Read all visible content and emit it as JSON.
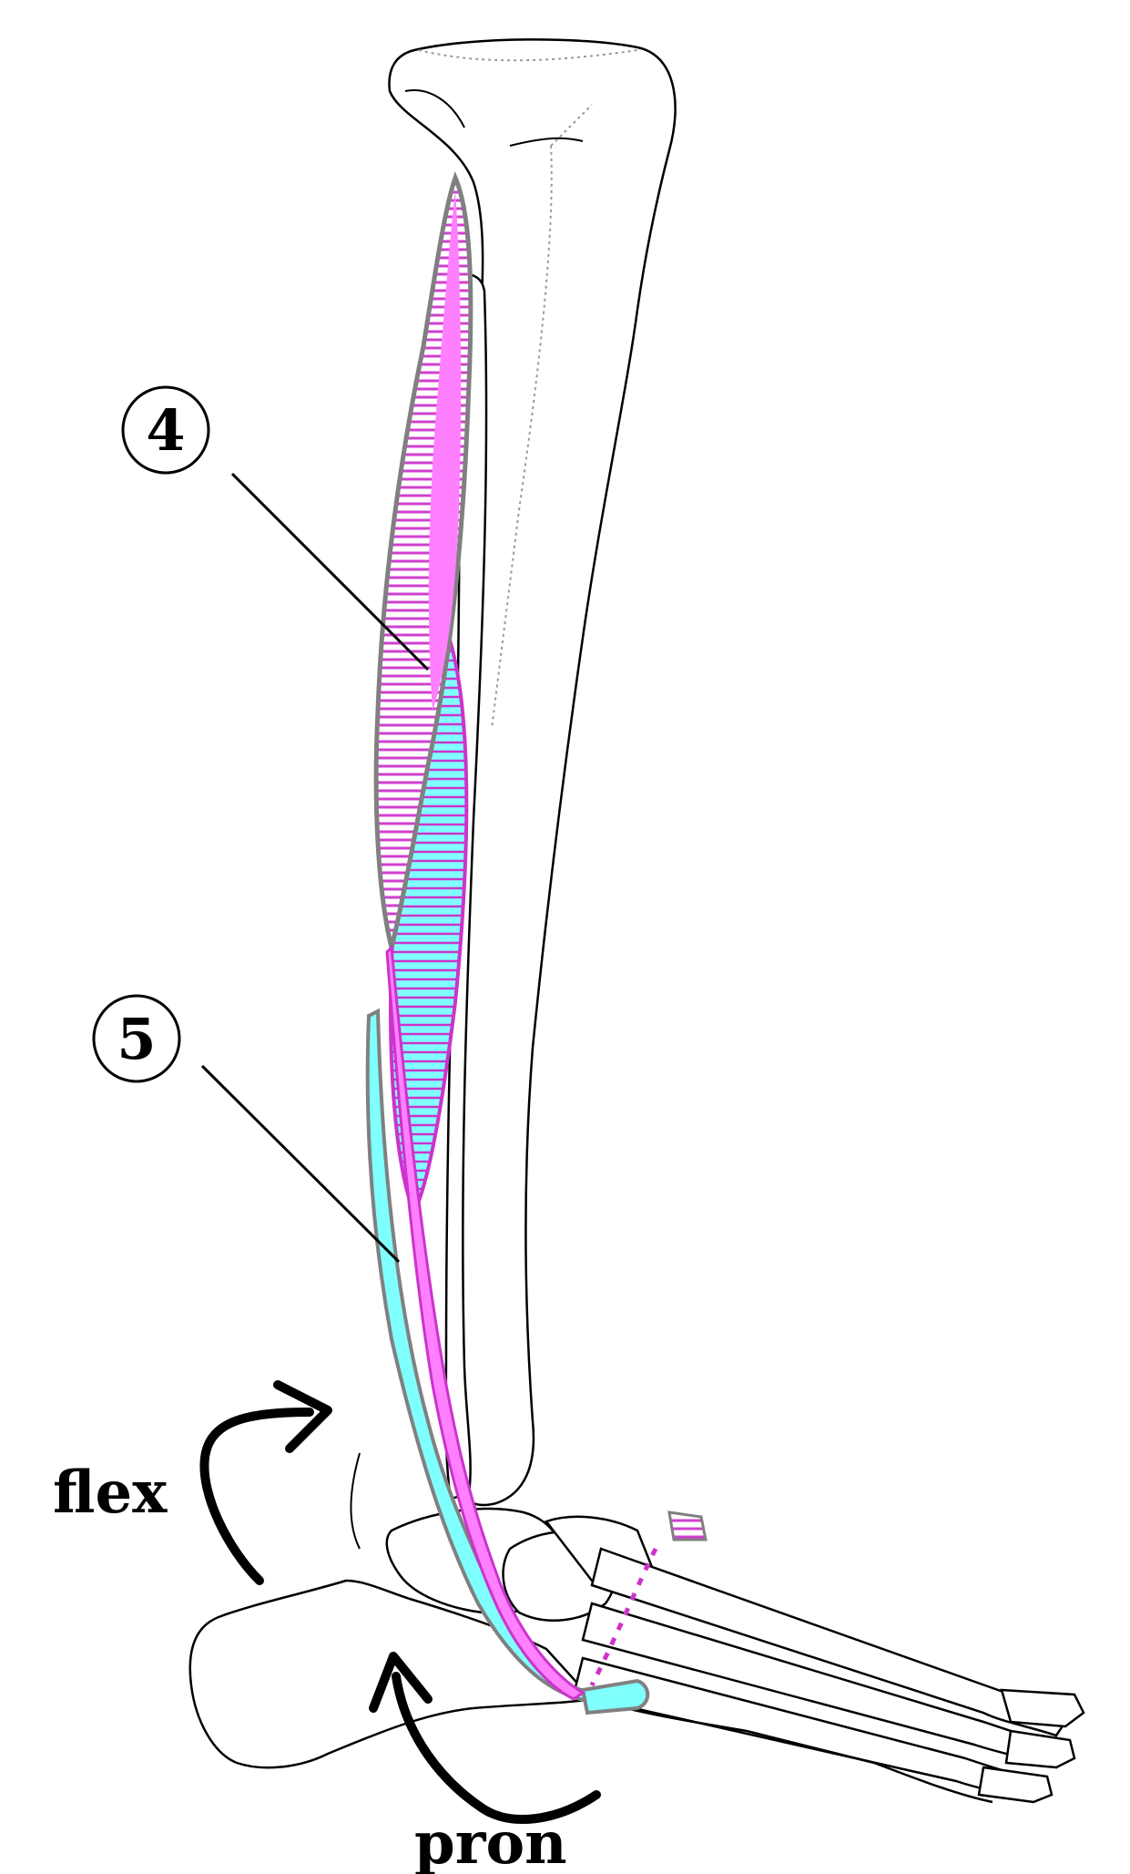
{
  "labels": {
    "marker_4": "4",
    "marker_5": "5",
    "flex": "flex",
    "pron": "pron"
  },
  "colors": {
    "muscle_pink": "#ff80ff",
    "muscle_pink_stroke": "#cc33cc",
    "muscle_cyan": "#80ffff",
    "muscle_outline": "#808080",
    "bone_outline": "#000000",
    "hidden_edge": "#999999"
  }
}
